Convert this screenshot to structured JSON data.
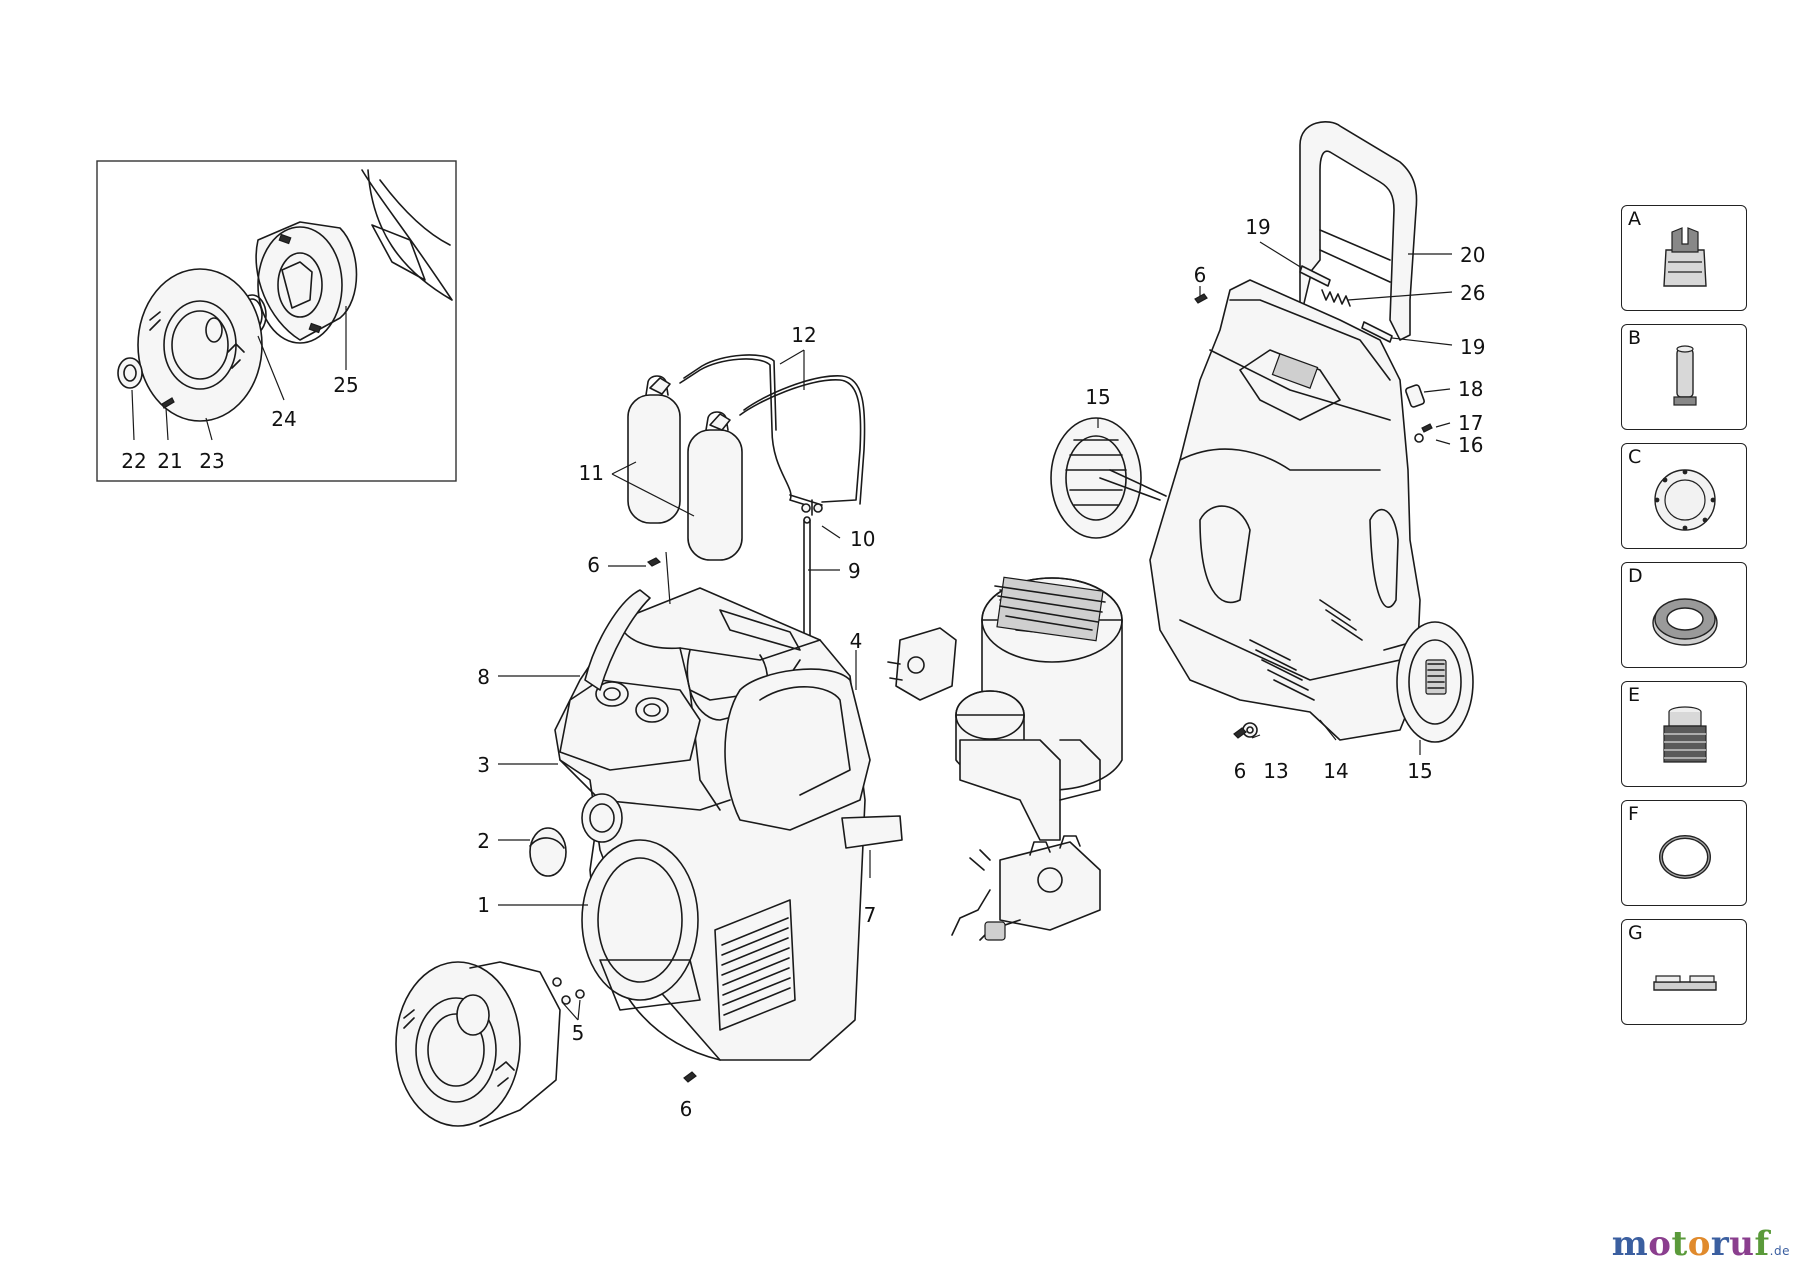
{
  "callouts": {
    "c1": "1",
    "c2": "2",
    "c3": "3",
    "c4": "4",
    "c5": "5",
    "c6a": "6",
    "c6b": "6",
    "c6c": "6",
    "c6d": "6",
    "c7": "7",
    "c8": "8",
    "c9": "9",
    "c10": "10",
    "c11": "11",
    "c12": "12",
    "c13": "13",
    "c14": "14",
    "c15a": "15",
    "c15b": "15",
    "c16": "16",
    "c17": "17",
    "c18": "18",
    "c19a": "19",
    "c19b": "19",
    "c20": "20",
    "c21": "21",
    "c22": "22",
    "c23": "23",
    "c24": "24",
    "c25": "25",
    "c26": "26"
  },
  "legend": [
    {
      "letter": "A",
      "icon": "connector-icon"
    },
    {
      "letter": "B",
      "icon": "filter-cartridge-icon"
    },
    {
      "letter": "C",
      "icon": "gasket-plate-icon"
    },
    {
      "letter": "D",
      "icon": "seal-ring-icon"
    },
    {
      "letter": "E",
      "icon": "bellows-icon"
    },
    {
      "letter": "F",
      "icon": "o-ring-icon"
    },
    {
      "letter": "G",
      "icon": "spacer-strip-icon"
    }
  ],
  "brand": {
    "main": "motoruf",
    "suffix": ".de"
  },
  "colors": {
    "line": "#1a1a1a",
    "brand_blue": "#3b5fa0",
    "brand_purple": "#8a3e8e",
    "brand_green": "#5a9a3a",
    "brand_orange": "#e08a2c"
  }
}
